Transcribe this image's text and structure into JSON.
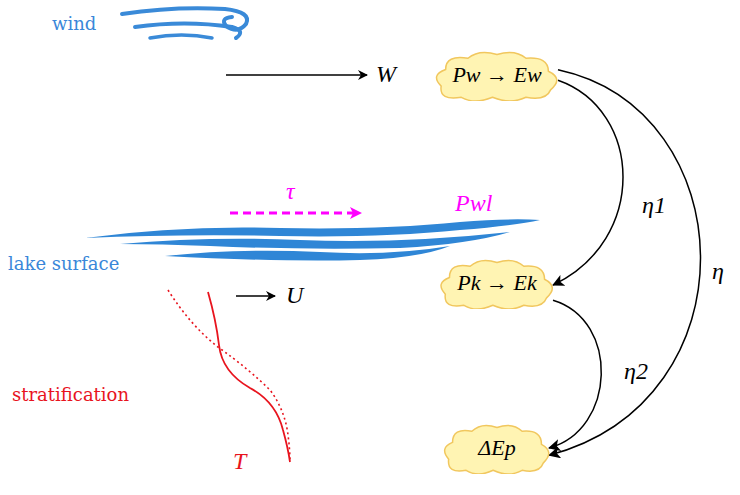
{
  "diagram": {
    "nodes": [
      {
        "text": [
          "Pw → Ew"
        ]
      },
      {
        "text": [
          "Pk → Ek"
        ]
      },
      {
        "text": [
          "ΔEp"
        ]
      }
    ],
    "edges": [
      {
        "from": 0,
        "to": 1,
        "arrow": "to",
        "label": "η1"
      },
      {
        "from": 1,
        "to": 2,
        "arrow": "to",
        "label": "η2"
      },
      {
        "from": 0,
        "to": 2,
        "arrow": "to",
        "label": "η"
      }
    ],
    "labels": [
      "wind",
      "W",
      "τ",
      "Pwl",
      "lake surface",
      "U",
      "stratification",
      "T"
    ]
  }
}
